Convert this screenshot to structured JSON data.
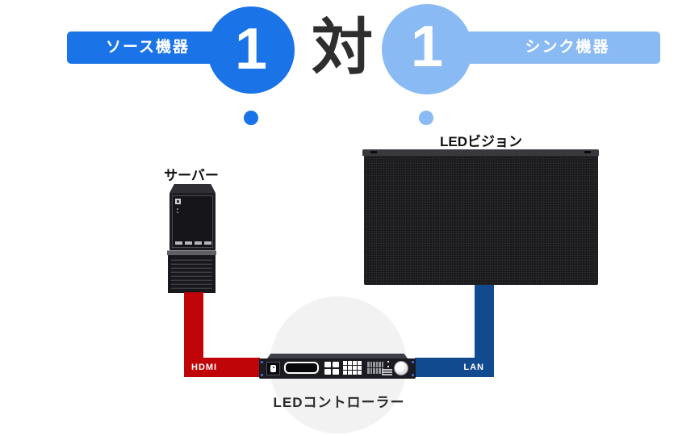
{
  "header": {
    "source_banner": "ソース機器",
    "sink_banner": "シンク機器",
    "source_count": "1",
    "sink_count": "1",
    "vs_label": "対"
  },
  "devices": {
    "server_label": "サーバー",
    "led_vision_label": "LEDビジョン",
    "controller_label": "LEDコントローラー"
  },
  "cables": {
    "hdmi_label": "HDMI",
    "lan_label": "LAN"
  },
  "colors": {
    "primary_blue": "#1a74e8",
    "light_blue": "#8abaf3",
    "hdmi_red": "#c00509",
    "lan_navy": "#114a8e",
    "highlight_gray": "#f2f2f2",
    "device_black": "#1b1b21"
  }
}
